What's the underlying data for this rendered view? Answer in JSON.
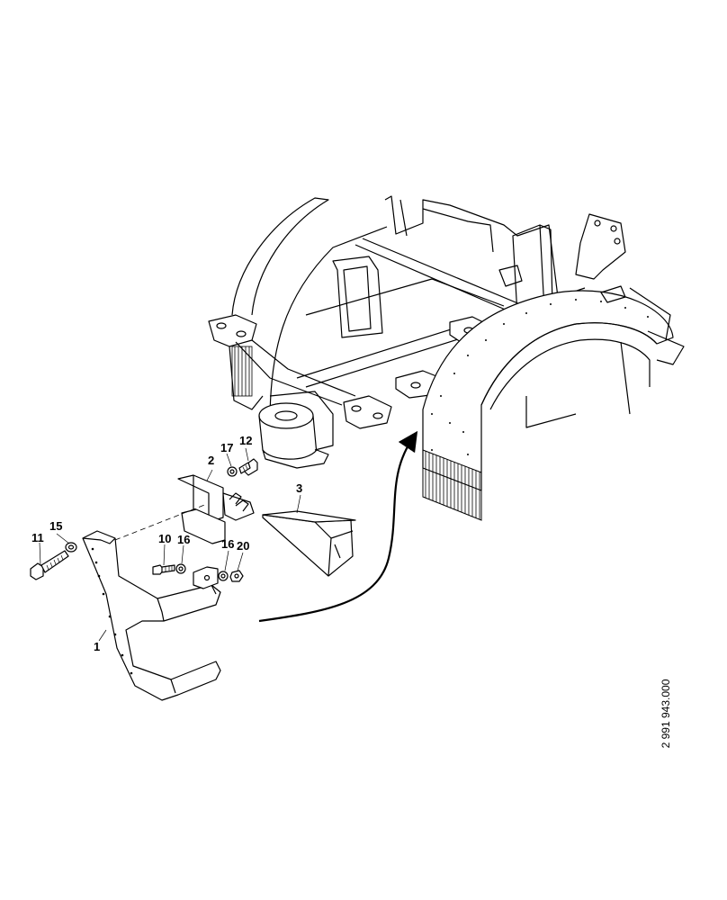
{
  "callouts": [
    {
      "id": "1",
      "label": "1"
    },
    {
      "id": "2",
      "label": "2"
    },
    {
      "id": "3",
      "label": "3"
    },
    {
      "id": "10",
      "label": "10"
    },
    {
      "id": "11",
      "label": "11"
    },
    {
      "id": "12",
      "label": "12"
    },
    {
      "id": "15",
      "label": "15"
    },
    {
      "id": "16a",
      "label": "16"
    },
    {
      "id": "16b",
      "label": "16"
    },
    {
      "id": "17",
      "label": "17"
    },
    {
      "id": "20",
      "label": "20"
    }
  ],
  "document_number": "2 991 943.000"
}
